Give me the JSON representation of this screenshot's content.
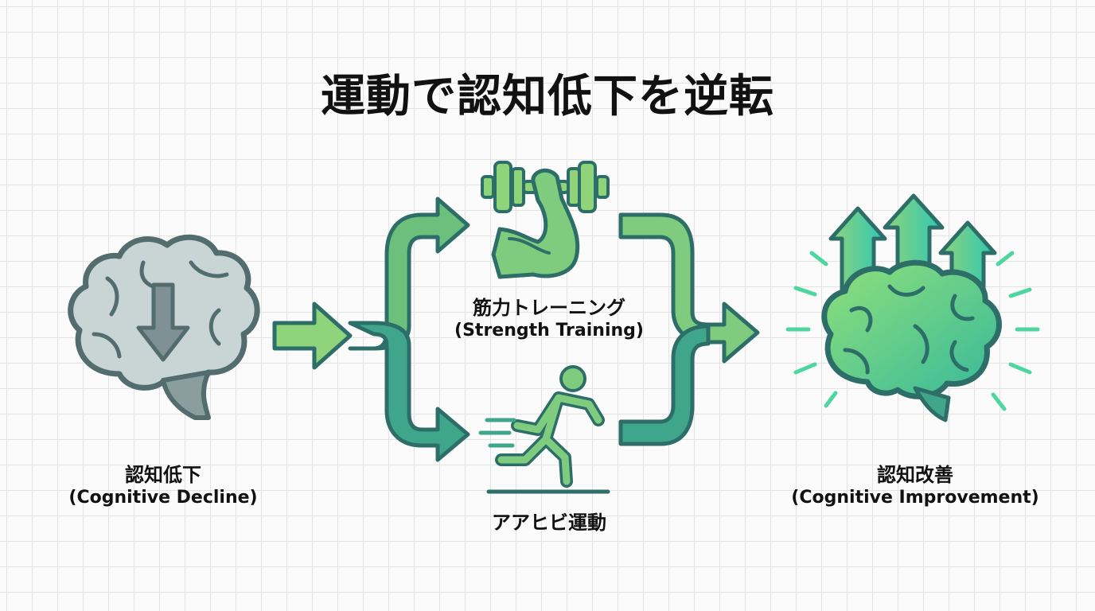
{
  "title": "運動で認知低下を逆転",
  "nodes": {
    "decline": {
      "label_jp": "認知低下",
      "label_en": "(Cognitive Decline)"
    },
    "strength": {
      "label_jp": "筋力トレーニング",
      "label_en": "(Strength Training)"
    },
    "aerobic": {
      "label_jp": "アアヒビ運動"
    },
    "improvement": {
      "label_jp": "認知改善",
      "label_en": "(Cognitive Improvement)"
    }
  },
  "icons": {
    "decline": "brain-with-down-arrow-icon",
    "strength": "flexed-arm-dumbbell-icon",
    "aerobic": "running-person-icon",
    "improvement": "glowing-brain-with-up-arrows-icon"
  },
  "colors": {
    "decline_gray": "#7f9194",
    "green_light": "#8fd47a",
    "green_mid": "#55b98a",
    "teal": "#2a8a80",
    "outline": "#2e6e68"
  }
}
